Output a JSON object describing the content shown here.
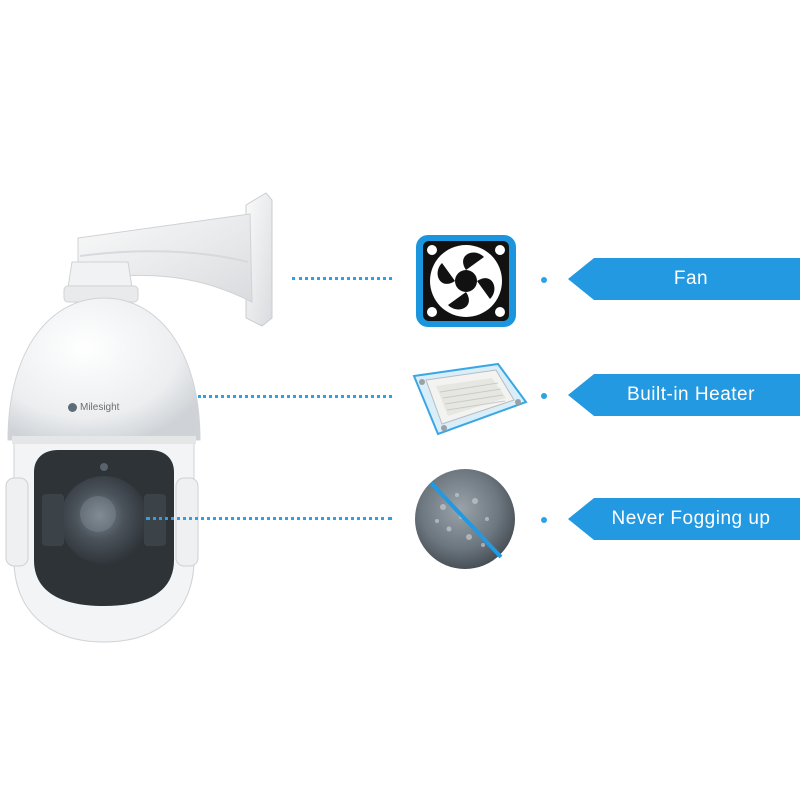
{
  "camera": {
    "brand": "Milesight"
  },
  "features": [
    {
      "label": "Fan",
      "icon": "fan-icon"
    },
    {
      "label": "Built-in Heater",
      "icon": "heater-icon"
    },
    {
      "label": "Never Fogging up",
      "icon": "anti-fog-icon"
    }
  ],
  "colors": {
    "accent": "#2299e0",
    "dotted_line": "#2aa2e6",
    "fan_frame": "#1b95dd",
    "fan_body": "#111111"
  }
}
